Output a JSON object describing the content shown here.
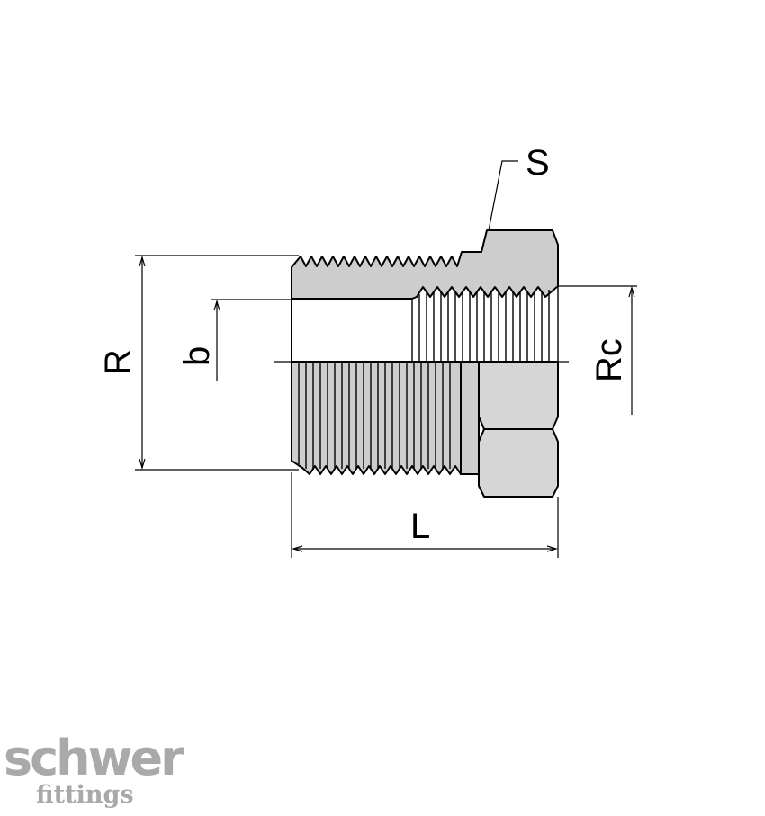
{
  "labels": {
    "s": "S",
    "r": "R",
    "b": "b",
    "rc": "Rc",
    "l": "L"
  },
  "logo": {
    "line1": "schwer",
    "line2": "fittings"
  },
  "colors": {
    "body_fill": "#cdcdcd",
    "body_fill_light": "#d6d6d6",
    "line": "#000000",
    "logo": "#a9a9a9"
  }
}
